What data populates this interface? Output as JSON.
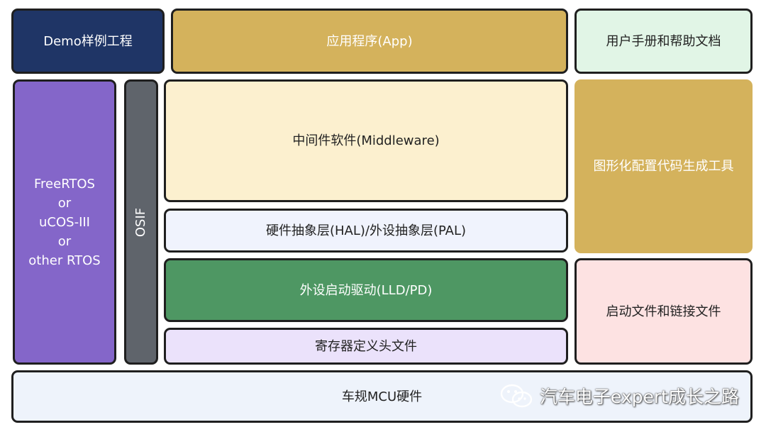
{
  "diagram": {
    "blocks": {
      "demo": {
        "label": "Demo样例工程",
        "color": "#1f3566"
      },
      "app": {
        "label": "应用程序(App)",
        "color": "#d4b25c"
      },
      "manual": {
        "label": "用户手册和帮助文档",
        "color": "#e1f5e6"
      },
      "rtos": {
        "lines": [
          "FreeRTOS",
          "or",
          "uCOS-III",
          "or",
          "other RTOS"
        ],
        "color": "#8466c9"
      },
      "osif": {
        "label": "OSIF",
        "color": "#5f646b"
      },
      "middleware": {
        "label": "中间件软件(Middleware)",
        "color": "#fcf0cf"
      },
      "hal": {
        "label": "硬件抽象层(HAL)/外设抽象层(PAL)",
        "color": "#f0f3fd"
      },
      "config_tool": {
        "label": "图形化配置代码生成工具",
        "color": "#d4b25c"
      },
      "lld": {
        "label": "外设启动驱动(LLD/PD)",
        "color": "#4e9763"
      },
      "startup": {
        "label": "启动文件和链接文件",
        "color": "#fde2e2"
      },
      "register": {
        "label": "寄存器定义头文件",
        "color": "#ebe2fb"
      },
      "mcu": {
        "label": "车规MCU硬件",
        "color": "#eef3fb"
      }
    },
    "watermark": {
      "text": "汽车电子expert成长之路",
      "icon": "wechat-icon"
    }
  }
}
